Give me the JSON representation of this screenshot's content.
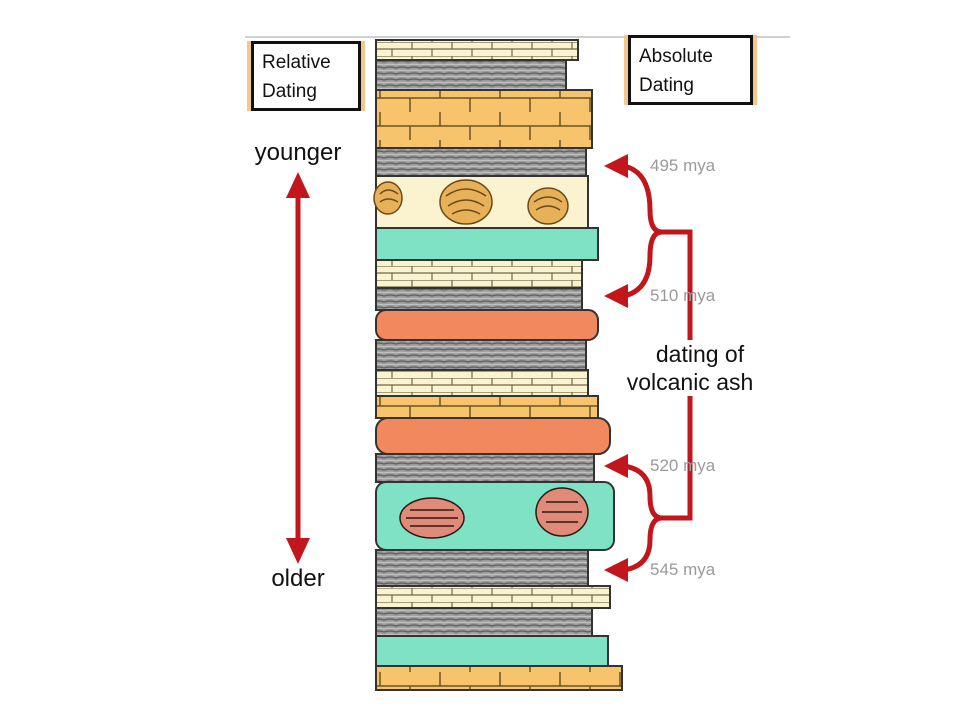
{
  "labels": {
    "relative_line1": "Relative",
    "relative_line2": "Dating",
    "absolute_line1": "Absolute",
    "absolute_line2": "Dating",
    "younger": "younger",
    "older": "older",
    "ash_line1": "dating of",
    "ash_line2": "volcanic ash"
  },
  "ages": [
    "495 mya",
    "510 mya",
    "520 mya",
    "545 mya"
  ],
  "colors": {
    "arrow": "#c0161c",
    "sandstone": "#f7c36b",
    "limestone": "#fbf3cf",
    "ash": "#7fe2c4",
    "orange_layer": "#f2885e",
    "shale": "#8a8a8a",
    "age_text": "#9a9a9a"
  }
}
